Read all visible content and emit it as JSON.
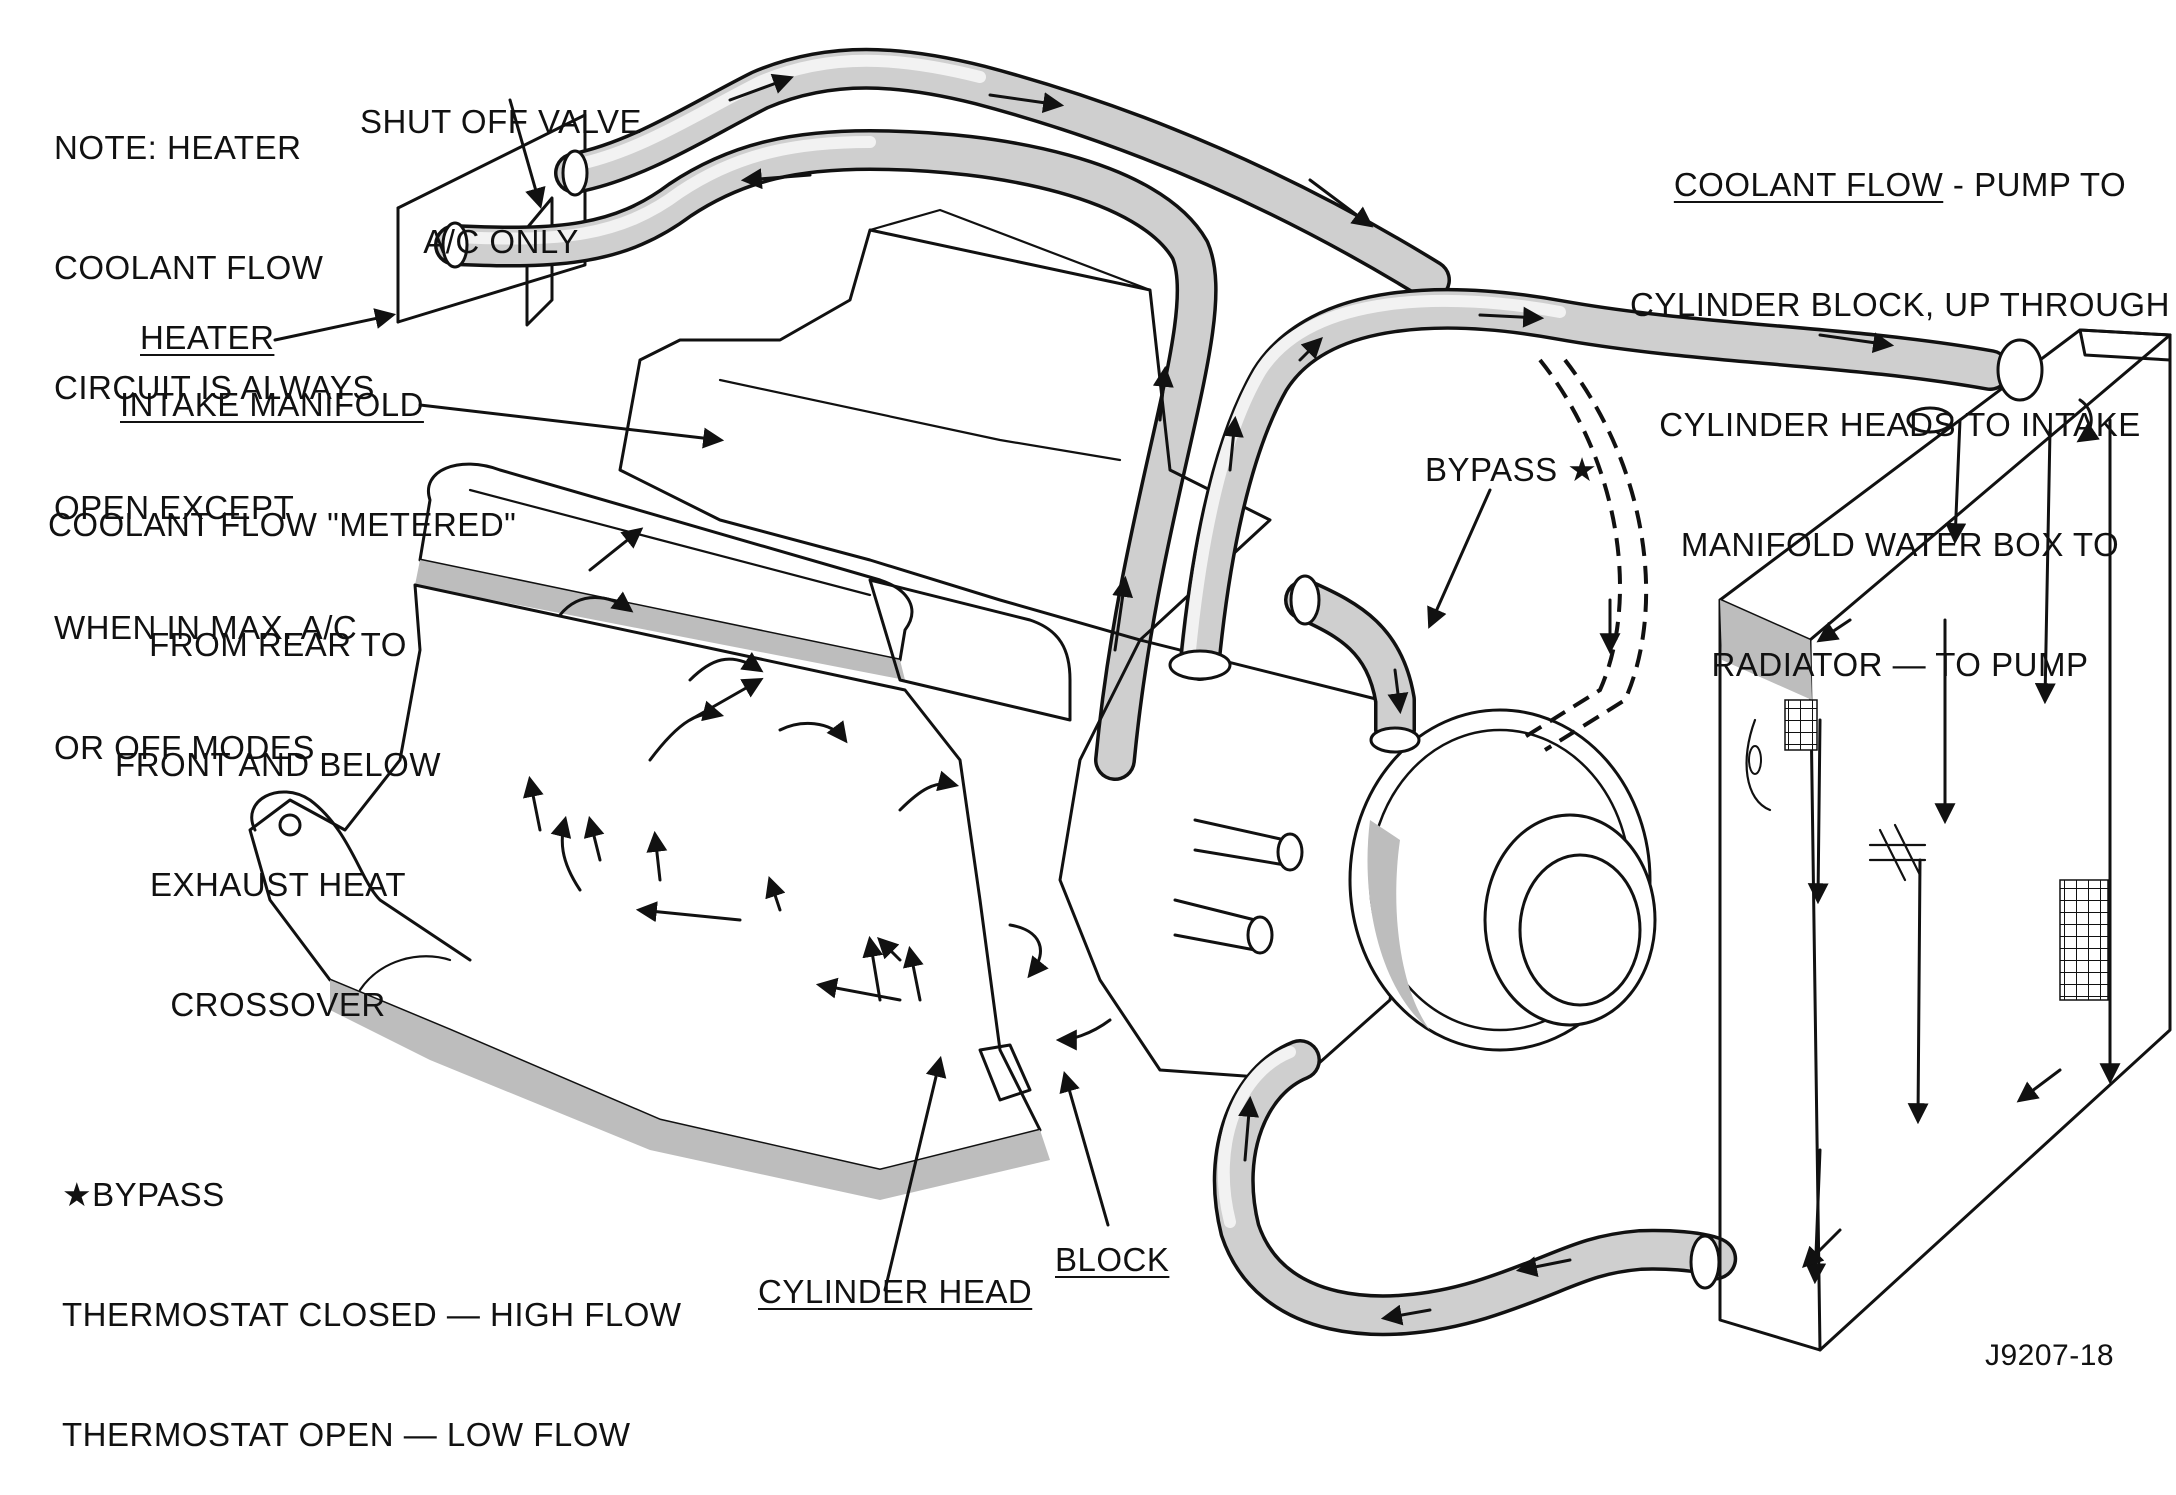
{
  "labels": {
    "note": [
      "NOTE: HEATER",
      "COOLANT FLOW",
      "CIRCUIT IS ALWAYS",
      "OPEN EXCEPT",
      "WHEN IN MAX. A/C",
      "OR OFF MODES"
    ],
    "shutoff": [
      "SHUT OFF VALVE",
      "A/C ONLY"
    ],
    "heater": "HEATER",
    "intake_title": "INTAKE MANIFOLD",
    "intake_desc": [
      "COOLANT FLOW \"METERED\"",
      "FROM REAR TO",
      "FRONT AND BELOW",
      "EXHAUST HEAT",
      "CROSSOVER"
    ],
    "coolant_title": "COOLANT FLOW",
    "coolant_first_rest": " - PUMP TO",
    "coolant_desc": [
      "CYLINDER BLOCK, UP THROUGH",
      "CYLINDER HEADS TO INTAKE",
      "MANIFOLD WATER BOX TO",
      "RADIATOR — TO PUMP"
    ],
    "bypass": "BYPASS ★",
    "bypass_note": [
      "★BYPASS",
      "THERMOSTAT CLOSED — HIGH FLOW",
      "THERMOSTAT OPEN — LOW FLOW"
    ],
    "cylinder_head": "CYLINDER HEAD",
    "block": "BLOCK",
    "figure_id": "J9207-18"
  }
}
